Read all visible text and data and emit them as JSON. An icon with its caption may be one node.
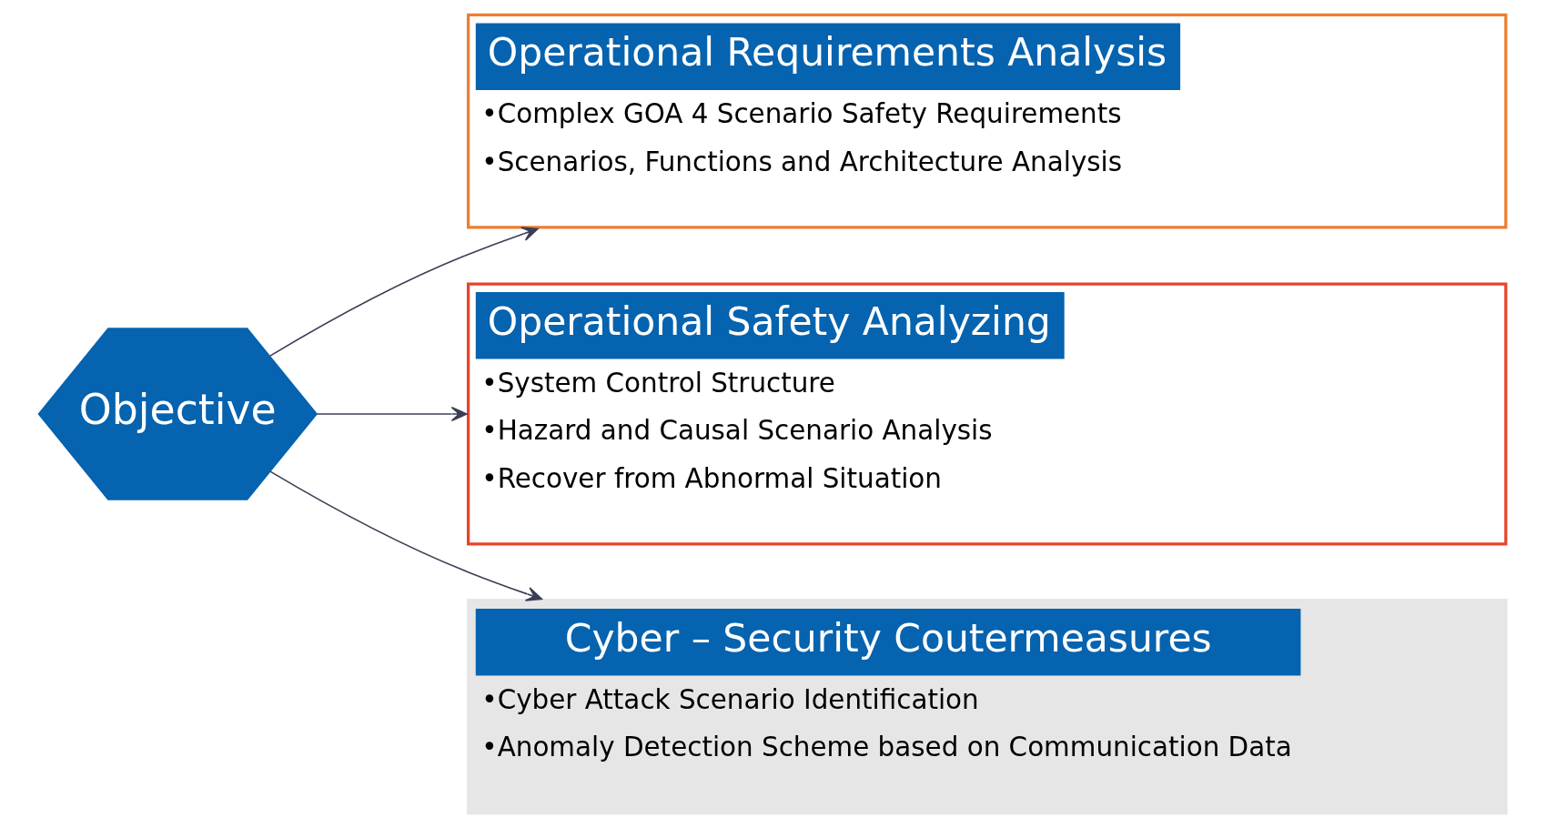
{
  "diagram": {
    "nodes": [
      {
        "text": [
          "Objective"
        ]
      },
      {
        "text": [
          "Operational Requirements Analysis",
          "•Complex GOA 4 Scenario Safety Requirements",
          "•Scenarios, Functions and Architecture Analysis"
        ]
      },
      {
        "text": [
          "Operational Safety Analyzing",
          "•System Control Structure",
          "•Hazard and Causal Scenario Analysis",
          "•Recover from Abnormal Situation"
        ]
      },
      {
        "text": [
          "Cyber – Security Coutermeasures",
          "•Cyber Attack Scenario Identification",
          "•Anomaly Detection Scheme based on Communication Data"
        ]
      }
    ],
    "edges": [
      {
        "from": 0,
        "to": 1,
        "arrow": "to"
      },
      {
        "from": 0,
        "to": 2,
        "arrow": "to"
      },
      {
        "from": 0,
        "to": 3,
        "arrow": "to"
      }
    ]
  }
}
